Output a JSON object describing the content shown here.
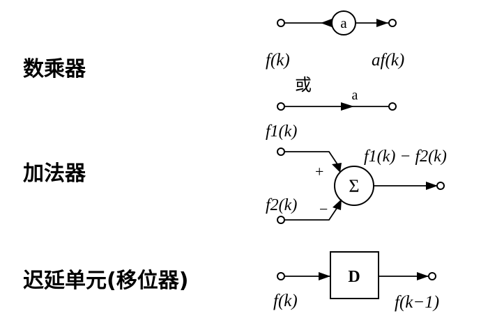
{
  "sections": [
    {
      "id": "scalar-multiplier",
      "label": "数乘器"
    },
    {
      "id": "adder",
      "label": "加法器"
    },
    {
      "id": "delay-unit",
      "label": "迟延单元(移位器)"
    }
  ],
  "multiplier": {
    "gain": "a",
    "input": "f(k)",
    "output": "af(k)",
    "or_text": "或",
    "alt_gain": "a"
  },
  "adder": {
    "input1": "f1(k)",
    "input2": "f2(k)",
    "sign_plus": "+",
    "sign_minus": "−",
    "sum_symbol": "Σ",
    "output": "f1(k) − f2(k)"
  },
  "delay": {
    "block": "D",
    "input": "f(k)",
    "output": "f(k−1)"
  }
}
